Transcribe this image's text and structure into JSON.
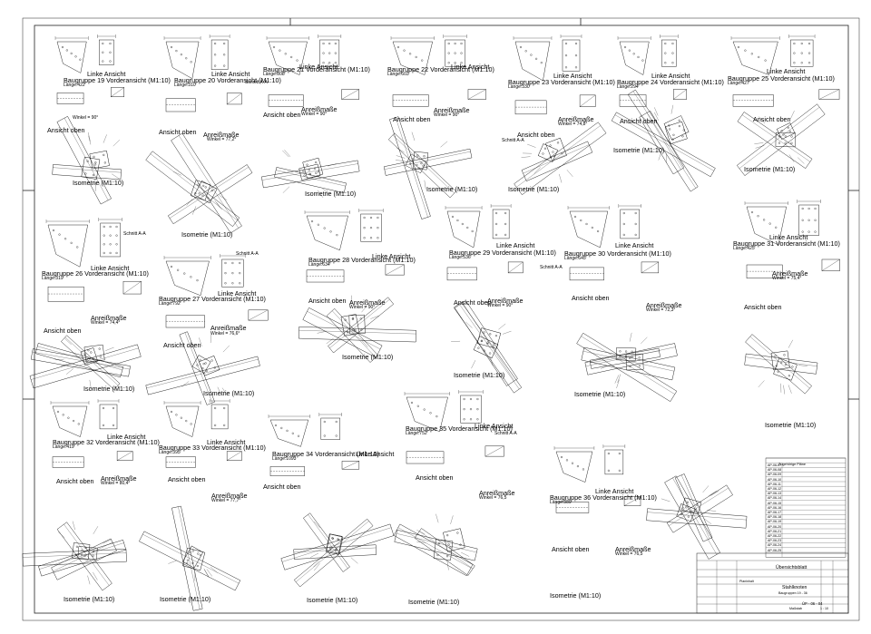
{
  "sheet": {
    "groups": [
      {
        "id": "19",
        "front": "Baugruppe 19 Vorderansicht (M1:10)",
        "length": "Länge:422",
        "side": "Linke Ansicht",
        "top": "Ansicht oben",
        "angle": "Winkel = 90°",
        "iso": "Isometrie (M1:10)"
      },
      {
        "id": "20",
        "front": "Baugruppe 20 Vorderansicht (M1:10)",
        "length": "Länge:310",
        "side": "Linke Ansicht",
        "top": "Ansicht oben",
        "dims": "Anreißmaße",
        "angle": "Winkel = 77,2°",
        "iso": "Isometrie (M1:10)"
      },
      {
        "id": "21",
        "front": "Baugruppe 21 Vorderansicht (M1:10)",
        "length": "Länge:808",
        "side": "Linke Ansicht",
        "top": "Ansicht oben",
        "dims": "Anreißmaße",
        "angle": "Winkel = 90°",
        "section": "Schnitt A-A",
        "iso": "Isometrie (M1:10)"
      },
      {
        "id": "22",
        "front": "Baugruppe 22 Vorderansicht (M1:10)",
        "length": "Länge:603",
        "side": "Linke Ansicht",
        "top": "Ansicht oben",
        "dims": "Anreißmaße",
        "angle": "Winkel = 90°",
        "iso": "Isometrie (M1:10)"
      },
      {
        "id": "23",
        "front": "Baugruppe 23 Vorderansicht (M1:10)",
        "length": "Länge:330",
        "side": "Linke Ansicht",
        "top": "Ansicht oben",
        "dims": "Anreißmaße",
        "angle": "Winkel = 74,8°",
        "section": "Schnitt A-A",
        "iso": "Isometrie (M1:10)"
      },
      {
        "id": "24",
        "front": "Baugruppe 24 Vorderansicht (M1:10)",
        "length": "Länge:294",
        "side": "Linke Ansicht",
        "top": "Ansicht oben",
        "iso": "Isometrie (M1:10)"
      },
      {
        "id": "25",
        "front": "Baugruppe 25 Vorderansicht (M1:10)",
        "length": "Länge:427",
        "side": "Linke Ansicht",
        "top": "Ansicht oben",
        "iso": "Isometrie (M1:10)"
      },
      {
        "id": "26",
        "front": "Baugruppe 26 Vorderansicht (M1:10)",
        "length": "Länge:319",
        "side": "Linke Ansicht",
        "top": "Ansicht oben",
        "dims": "Anreißmaße",
        "angle": "Winkel = 74,4°",
        "section": "Schnitt A-A",
        "iso": "Isometrie (M1:10)"
      },
      {
        "id": "27",
        "front": "Baugruppe 27 Vorderansicht (M1:10)",
        "length": "Länge:792",
        "side": "Linke Ansicht",
        "top": "Ansicht oben",
        "dims": "Anreißmaße",
        "angle": "Winkel = 76,6°",
        "section": "Schnitt A-A",
        "iso": "Isometrie (M1:10)"
      },
      {
        "id": "28",
        "front": "Baugruppe 28 Vorderansicht (M1:10)",
        "length": "Länge:634",
        "side": "Linke Ansicht",
        "top": "Ansicht oben",
        "dims": "Anreißmaße",
        "angle": "Winkel = 90°",
        "iso": "Isometrie (M1:10)"
      },
      {
        "id": "29",
        "front": "Baugruppe 29 Vorderansicht (M1:10)",
        "length": "Länge:536",
        "side": "Linke Ansicht",
        "top": "Ansicht oben",
        "dims": "Anreißmaße",
        "angle": "Winkel = 90°",
        "iso": "Isometrie (M1:10)"
      },
      {
        "id": "30",
        "front": "Baugruppe 30 Vorderansicht (M1:10)",
        "length": "Länge:645",
        "side": "Linke Ansicht",
        "top": "Ansicht oben",
        "dims": "Anreißmaße",
        "angle": "Winkel = 72,3°",
        "section": "Schnitt A-A",
        "iso": "Isometrie (M1:10)"
      },
      {
        "id": "31",
        "front": "Baugruppe 31 Vorderansicht (M1:10)",
        "length": "Länge:425",
        "side": "Linke Ansicht",
        "top": "Ansicht oben",
        "dims": "Anreißmaße",
        "angle": "Winkel = 75,4°",
        "iso": "Isometrie (M1:10)"
      },
      {
        "id": "32",
        "front": "Baugruppe 32 Vorderansicht (M1:10)",
        "length": "Länge:419",
        "side": "Linke Ansicht",
        "top": "Ansicht oben",
        "dims": "Anreißmaße",
        "angle": "Winkel = 80,4°",
        "iso": "Isometrie (M1:10)"
      },
      {
        "id": "33",
        "front": "Baugruppe 33 Vorderansicht (M1:10)",
        "length": "Länge:395",
        "side": "Linke Ansicht",
        "top": "Ansicht oben",
        "dims": "Anreißmaße",
        "angle": "Winkel = 77,7°",
        "iso": "Isometrie (M1:10)"
      },
      {
        "id": "34",
        "front": "Baugruppe 34 Vorderansicht (M1:10)",
        "length": "Länge:1093",
        "side": "Linke Ansicht",
        "top": "Ansicht oben",
        "iso": "Isometrie (M1:10)"
      },
      {
        "id": "35",
        "front": "Baugruppe 35 Vorderansicht (M1:10)",
        "length": "Länge:752",
        "side": "Linke Ansicht",
        "top": "Ansicht oben",
        "dims": "Anreißmaße",
        "angle": "Winkel = 76,5",
        "section": "Schnitt A-A",
        "iso": "Isometrie (M1:10)"
      },
      {
        "id": "36",
        "front": "Baugruppe 36 Vorderansicht (M1:10)",
        "length": "Länge:389",
        "side": "Linke Ansicht",
        "top": "Ansicht oben",
        "dims": "Anreißmaße",
        "angle": "Winkel = 76,5",
        "iso": "Isometrie (M1:10)"
      }
    ],
    "legend": {
      "title": "Zugehörige Pläne",
      "rows": [
        "AP-06-07",
        "AP-06-08",
        "AP-06-09",
        "AP-06-10",
        "AP-06-11",
        "AP-06-12",
        "AP-06-13",
        "AP-06-14",
        "AP-06-15",
        "AP-06-16",
        "AP-06-17",
        "AP-06-18",
        "AP-06-19",
        "AP-06-20",
        "AP-06-21",
        "AP-06-22",
        "AP-06-23",
        "AP-06-24",
        "AP-06-25"
      ]
    },
    "title_block": {
      "plan_type": "Übersichtsblatt",
      "content_label": "Planinhalt",
      "content_title": "Stahlknoten",
      "content_sub": "Baugruppen 19 - 36",
      "plan_no": "ÜP - 06 - 04",
      "scale_label": "Maßstab",
      "scale": "1 : 10"
    }
  }
}
